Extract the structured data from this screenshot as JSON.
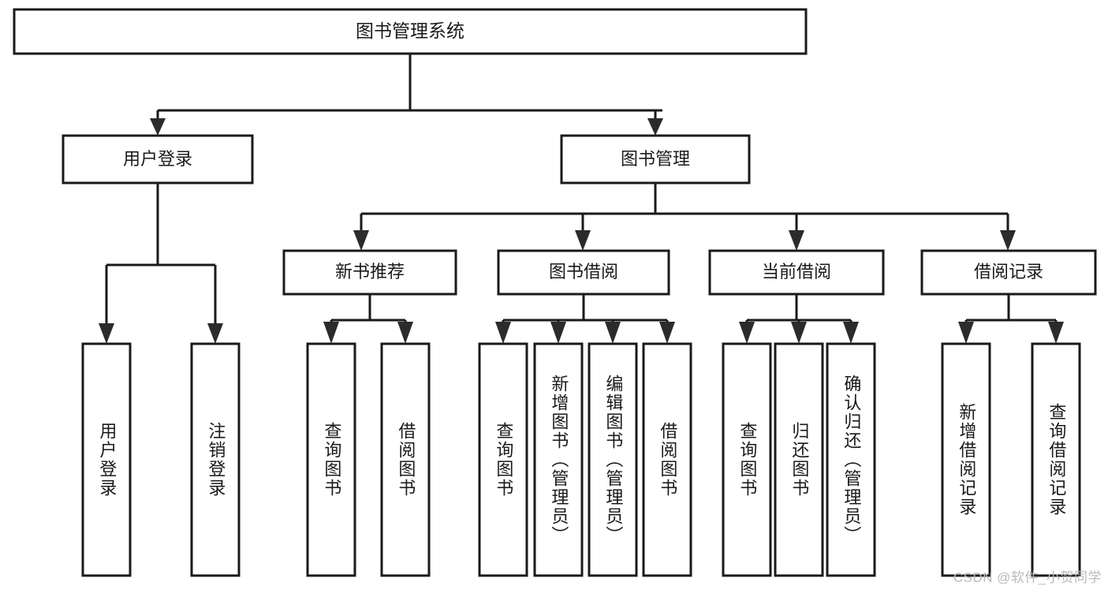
{
  "diagram": {
    "type": "hierarchy-tree",
    "title": "图书管理系统",
    "root": {
      "label": "图书管理系统"
    },
    "level2": [
      {
        "id": "user-login",
        "label": "用户登录"
      },
      {
        "id": "book-manage",
        "label": "图书管理"
      }
    ],
    "level3": [
      {
        "id": "new-book-recommend",
        "label": "新书推荐"
      },
      {
        "id": "book-borrow",
        "label": "图书借阅"
      },
      {
        "id": "current-borrow",
        "label": "当前借阅"
      },
      {
        "id": "borrow-record",
        "label": "借阅记录"
      }
    ],
    "leaves": {
      "user_login": [
        {
          "id": "leaf-user-login",
          "label": "用户登录"
        },
        {
          "id": "leaf-logout-login",
          "label": "注销登录"
        }
      ],
      "new_book_recommend": [
        {
          "id": "leaf-query-book-1",
          "label": "查询图书"
        },
        {
          "id": "leaf-borrow-book-1",
          "label": "借阅图书"
        }
      ],
      "book_borrow": [
        {
          "id": "leaf-query-book-2",
          "label": "查询图书"
        },
        {
          "id": "leaf-add-book",
          "label": "新增图书（管理员）"
        },
        {
          "id": "leaf-edit-book",
          "label": "编辑图书（管理员）"
        },
        {
          "id": "leaf-borrow-book-2",
          "label": "借阅图书"
        }
      ],
      "current_borrow": [
        {
          "id": "leaf-query-book-3",
          "label": "查询图书"
        },
        {
          "id": "leaf-return-book",
          "label": "归还图书"
        },
        {
          "id": "leaf-confirm-return",
          "label": "确认归还（管理员）"
        }
      ],
      "borrow_record": [
        {
          "id": "leaf-add-record",
          "label": "新增借阅记录"
        },
        {
          "id": "leaf-query-record",
          "label": "查询借阅记录"
        }
      ]
    }
  },
  "watermark": {
    "text": "CSDN @软件_小贺同学"
  },
  "colors": {
    "box_stroke": "#1a1a1a",
    "box_fill": "#ffffff",
    "connector": "#1a1a1a",
    "text": "#1a1a1a",
    "watermark": "#b9b9b9",
    "background": "#ffffff"
  }
}
